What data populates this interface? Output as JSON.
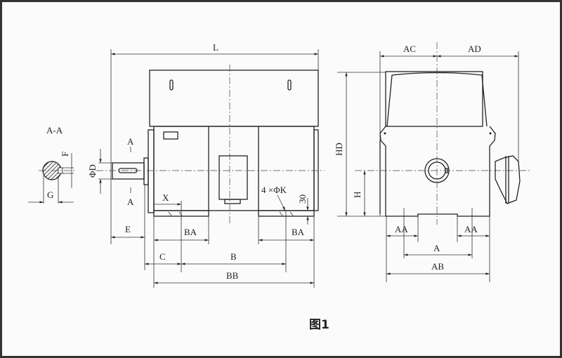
{
  "section": {
    "title": "A-A",
    "f": "F",
    "g": "G"
  },
  "side_view": {
    "l": "L",
    "phi_d": "ΦD",
    "a_top": "A",
    "a_bottom": "A",
    "x": "X",
    "k": "4 ×ΦK",
    "thirty": "30",
    "e": "E",
    "ba_left": "BA",
    "ba_right": "BA",
    "c": "C",
    "b": "B",
    "bb": "BB"
  },
  "front_view": {
    "ac": "AC",
    "ad": "AD",
    "hd": "HD",
    "h": "H",
    "aa_left": "AA",
    "aa_right": "AA",
    "a": "A",
    "ab": "AB"
  },
  "caption": "图1"
}
